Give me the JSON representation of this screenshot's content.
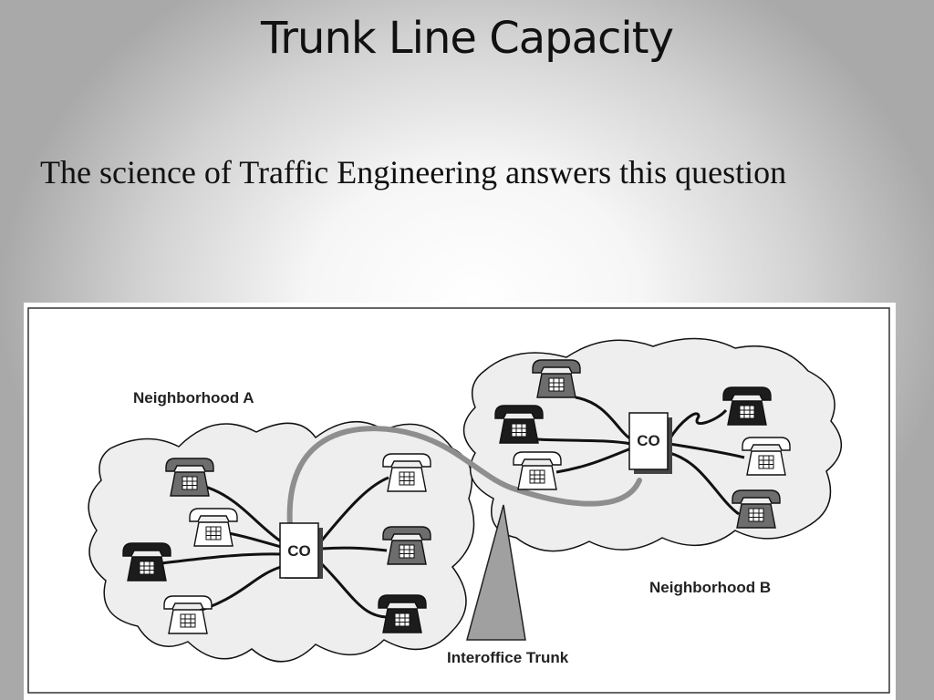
{
  "slide": {
    "title": "Trunk Line Capacity",
    "subtitle": "The science of Traffic Engineering answers this question"
  },
  "diagram": {
    "neighborhood_a_label": "Neighborhood A",
    "neighborhood_b_label": "Neighborhood B",
    "central_office_a_label": "CO",
    "central_office_b_label": "CO",
    "trunk_label": "Interoffice Trunk",
    "colors": {
      "trunk": "#8e8e8e",
      "arrow": "#a0a0a0",
      "region": "#eeeeee",
      "phone_dark": "#1c1c1c",
      "phone_gray": "#6d6d6d",
      "phone_light": "#ffffff"
    }
  }
}
